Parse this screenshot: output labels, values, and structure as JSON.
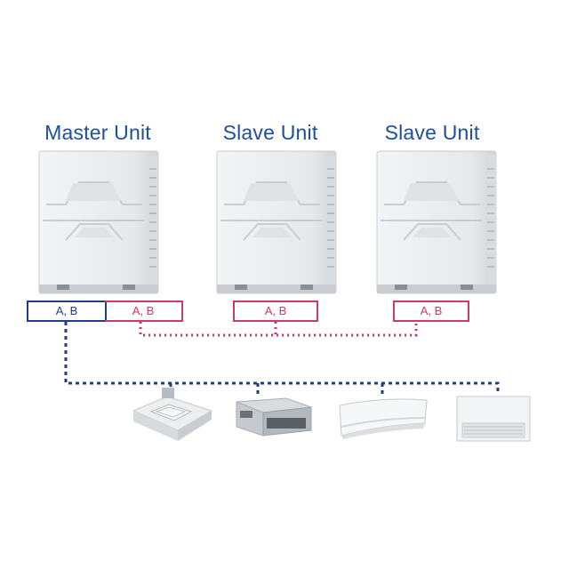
{
  "units": [
    {
      "title": "Master Unit",
      "terminal": "A, B",
      "role": "master"
    },
    {
      "title": "Slave Unit",
      "terminal": "A, B",
      "role": "slave"
    },
    {
      "title": "Slave Unit",
      "terminal": "A, B",
      "role": "slave"
    }
  ],
  "master_terminal_extra": "A, B",
  "indoor_units": [
    "cassette-unit",
    "duct-unit",
    "wall-mounted-unit",
    "ceiling-floor-unit"
  ],
  "colors": {
    "title": "#1e4f9a",
    "master_wire": "#1f3c88",
    "slave_wire": "#d0386a",
    "unit_body": "#eceef0"
  }
}
